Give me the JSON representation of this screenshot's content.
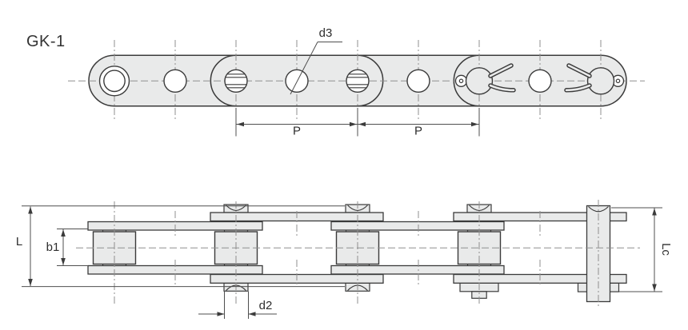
{
  "drawing": {
    "title": "GK-1",
    "type": "double-pitch roller chain engineering drawing",
    "views": {
      "top_view": "chain plan view with link plates, pin holes and cotter pins",
      "side_view": "chain side assembly view with plates, rollers, bushings and pins"
    },
    "colors": {
      "background": "#ffffff",
      "body_fill": "#e9eaea",
      "outline": "#3b3b3b",
      "dimension_line": "#4f4f4f",
      "centerline": "#8f8f8f",
      "text": "#2e2e2e"
    }
  },
  "dimensions": {
    "p": "P",
    "d3": "d3",
    "l": "L",
    "b1": "b1",
    "d2": "d2",
    "lc": "Lc"
  }
}
